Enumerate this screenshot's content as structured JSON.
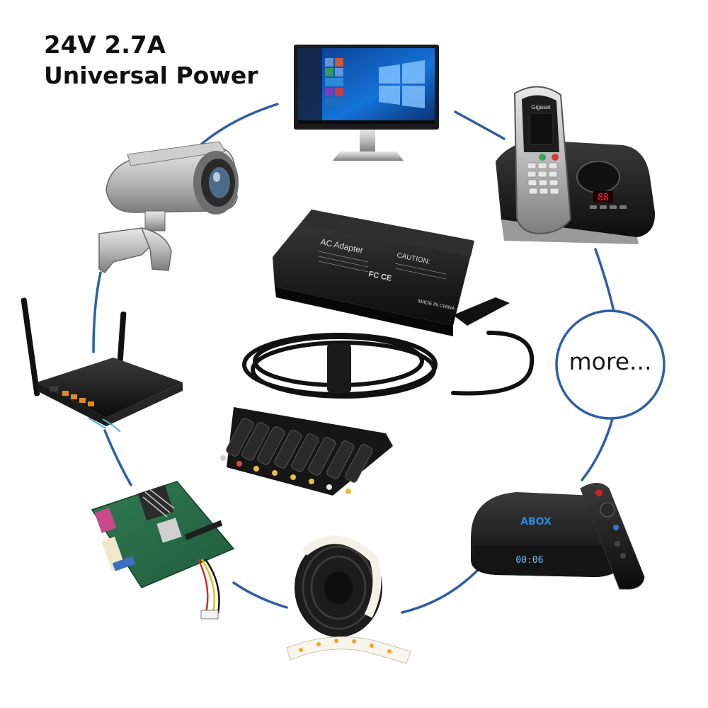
{
  "headline": {
    "line1": "24V 2.7A",
    "line2": "Universal Power"
  },
  "more_bubble": {
    "label": "more..."
  },
  "colors": {
    "arc": "#2f5ea8",
    "background": "#ffffff"
  },
  "devices": [
    {
      "name": "monitor"
    },
    {
      "name": "cordless-phone"
    },
    {
      "name": "security-camera"
    },
    {
      "name": "wifi-router"
    },
    {
      "name": "motherboard"
    },
    {
      "name": "led-strip"
    },
    {
      "name": "android-tv-box"
    }
  ],
  "adapter": {
    "label": "AC Adapter",
    "caution": "CAUTION:",
    "marks": "FC CE",
    "made_in": "MADE IN CHINA"
  },
  "tv_box": {
    "brand": "ABOX",
    "display": "00:06"
  },
  "phone": {
    "brand": "Gigaset",
    "display": "88"
  }
}
